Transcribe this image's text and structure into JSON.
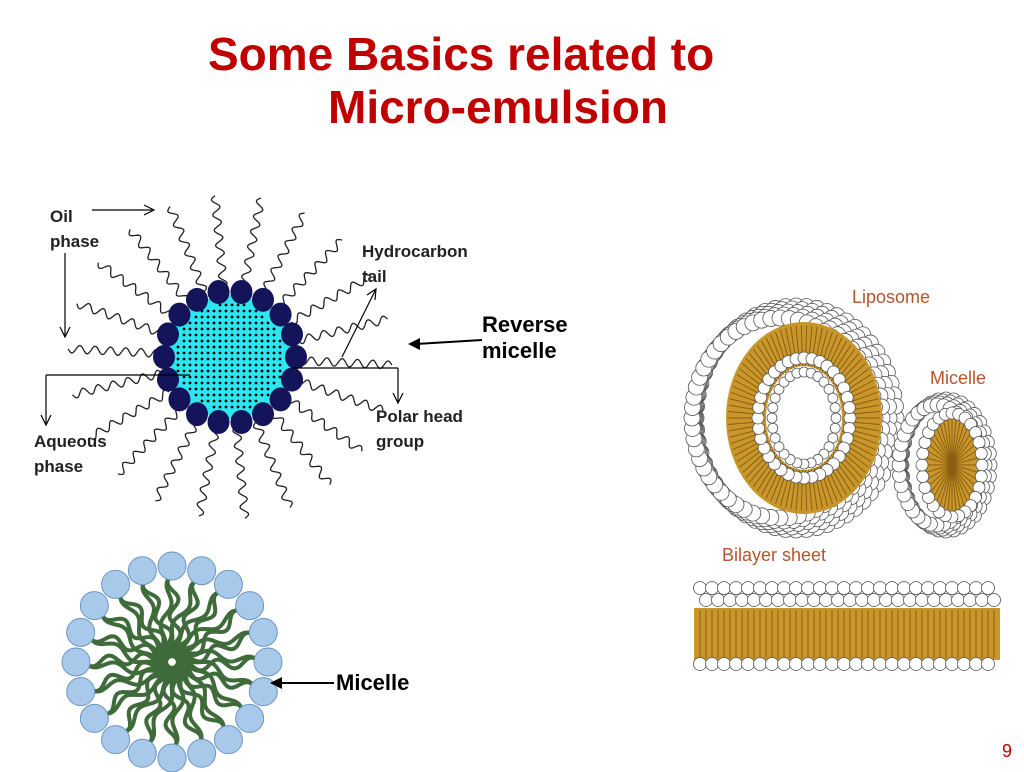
{
  "title": {
    "line1": "Some Basics related to",
    "line2": "Micro-emulsion"
  },
  "reverse_micelle_diagram": {
    "oil_phase": [
      "Oil",
      "phase"
    ],
    "hydrocarbon_tail": [
      "Hydrocarbon",
      "tail"
    ],
    "polar_head_group": [
      "Polar head",
      "group"
    ],
    "aqueous_phase": [
      "Aqueous",
      "phase"
    ],
    "caption": [
      "Reverse",
      "micelle"
    ],
    "colors": {
      "head": "#14145a",
      "core": "#2ee6f0",
      "dots": "#000000"
    }
  },
  "micelle_diagram": {
    "caption": "Micelle",
    "colors": {
      "head": "#a9c9ea",
      "tail": "#3f6b3a"
    }
  },
  "lipid_structures": {
    "liposome": "Liposome",
    "micelle": "Micelle",
    "bilayer_sheet": "Bilayer sheet",
    "colors": {
      "head": "#ffffff",
      "tail": "#c8962a",
      "label": "#b5532d"
    }
  },
  "page_number": "9"
}
